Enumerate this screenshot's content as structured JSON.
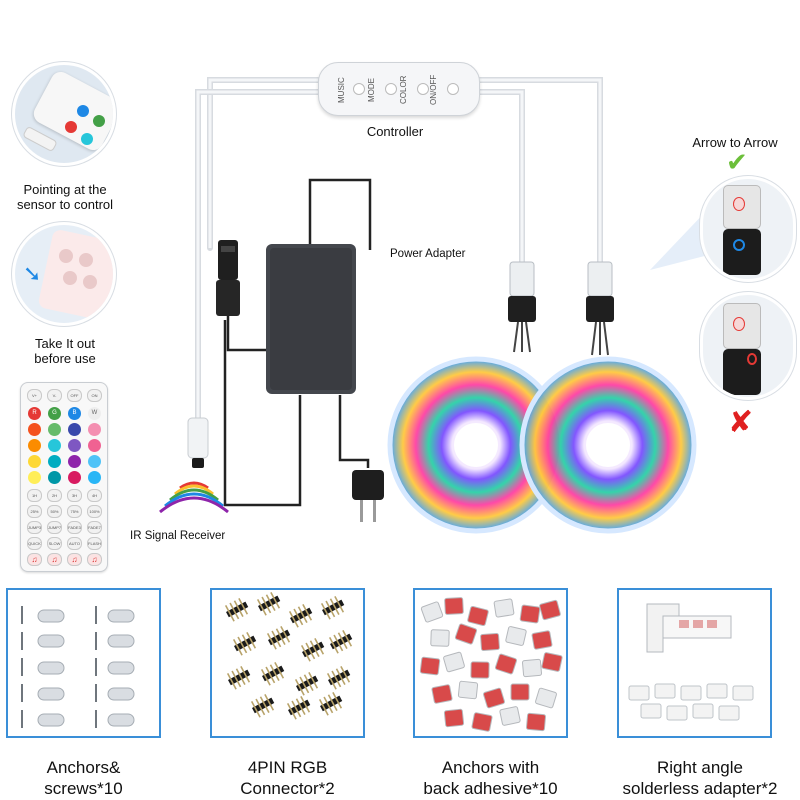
{
  "labels": {
    "controller": "Controller",
    "power_adapter": "Power Adapter",
    "ir_receiver": "IR Signal Receiver",
    "arrow_to_arrow": "Arrow to Arrow",
    "pointing_line1": "Pointing at the",
    "pointing_line2": "sensor to control",
    "take_out_line1": "Take It out",
    "take_out_line2": "before use"
  },
  "controller_buttons": [
    "MUSIC",
    "MODE",
    "COLOR",
    "ON/OFF"
  ],
  "remote": {
    "top_row": [
      "V+",
      "V-",
      "OFF",
      "ON"
    ],
    "color_row_labels": [
      "R",
      "G",
      "B",
      "W"
    ],
    "color_grid": [
      [
        "#e53935",
        "#43a047",
        "#1e88e5",
        "#eeeeee"
      ],
      [
        "#f4511e",
        "#66bb6a",
        "#3949ab",
        "#f48fb1"
      ],
      [
        "#fb8c00",
        "#26c6da",
        "#7e57c2",
        "#f06292"
      ],
      [
        "#fdd835",
        "#00acc1",
        "#8e24aa",
        "#4fc3f7"
      ],
      [
        "#ffee58",
        "#0097a7",
        "#d81b60",
        "#29b6f6"
      ]
    ],
    "timer_row": [
      "1H",
      "2H",
      "3H",
      "4H"
    ],
    "percent_row": [
      "25%",
      "50%",
      "75%",
      "100%"
    ],
    "mode_row1": [
      "JUMP3",
      "JUMP7",
      "FADE3",
      "FADE7"
    ],
    "mode_row2": [
      "QUICK",
      "SLOW",
      "AUTO",
      "FLASH"
    ]
  },
  "accessories": [
    {
      "line1": "Anchors&",
      "line2": "screws*10"
    },
    {
      "line1": "4PIN RGB",
      "line2": "Connector*2"
    },
    {
      "line1": "Anchors with",
      "line2": "back adhesive*10"
    },
    {
      "line1": "Right angle",
      "line2": "solderless adapter*2"
    }
  ],
  "colors": {
    "panel_border": "#3a8fd8",
    "check_green": "#6cbf3a",
    "cross_red": "#e02020",
    "adapter_body": "#3d3f44",
    "cable_white": "#e9ecef"
  }
}
